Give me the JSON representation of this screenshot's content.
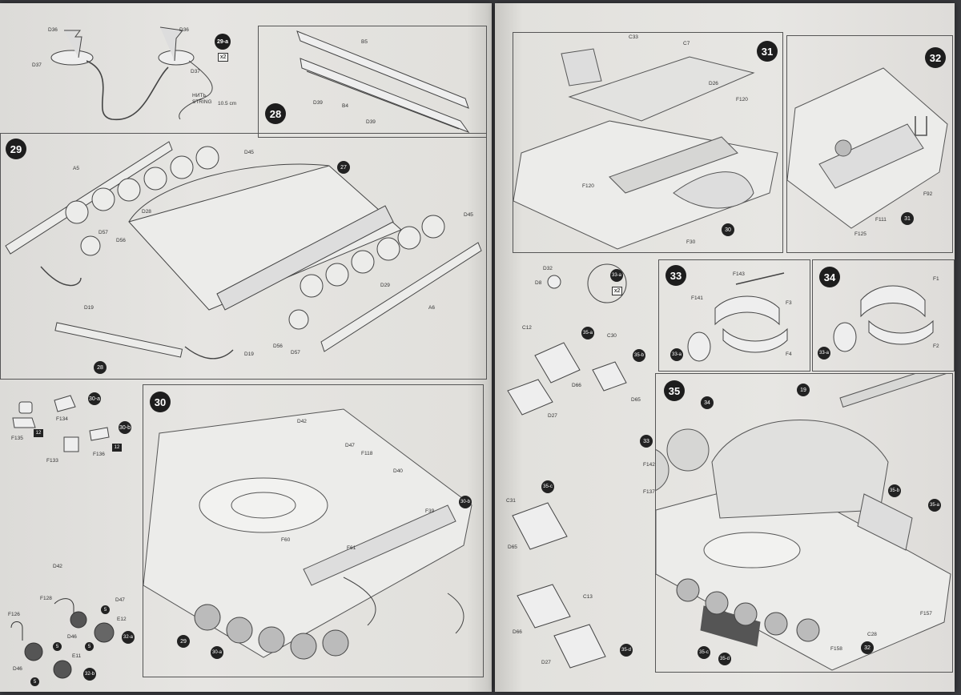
{
  "sheet": {
    "steps": {
      "s28": "28",
      "s29": "29",
      "s29a": "29-a",
      "s30": "30",
      "s30a": "30-a",
      "s30b": "30-b",
      "s31": "31",
      "s32": "32",
      "s32a": "32-a",
      "s32b": "32-b",
      "s33": "33",
      "s33a": "33-a",
      "s34": "34",
      "s35": "35",
      "s35a": "35-a",
      "s35b": "35-b",
      "s35c": "35-c",
      "s35d": "35-d"
    },
    "multiplier": "x2",
    "string_note": {
      "line1": "НИТЬ",
      "line2": "STRING",
      "length": "10.5 cm"
    },
    "parts_left": {
      "d36a": "D36",
      "d37a": "D37",
      "d36b": "D36",
      "d37b": "D37",
      "b5": "B5",
      "b4": "B4",
      "d39a": "D39",
      "d39b": "D39",
      "a5": "A5",
      "d45a": "D45",
      "c27": "27",
      "d28": "D28",
      "d57a": "D57",
      "d56a": "D56",
      "d45b": "D45",
      "d29": "D29",
      "a6": "A6",
      "d19a": "D19",
      "d19b": "D19",
      "d56b": "D56",
      "d57b": "D57",
      "c28": "28",
      "f134": "F134",
      "f135": "F135",
      "f133": "F133",
      "f136": "F136",
      "n12a": "12",
      "n12b": "12",
      "d42a": "D42",
      "d47": "D47",
      "f118": "F118",
      "d40": "D40",
      "f39": "F39",
      "f60": "F60",
      "f61": "F61",
      "d42b": "D42",
      "c29": "29",
      "f128": "F128",
      "d47b": "D47",
      "e12": "E12",
      "d46": "D46",
      "f126": "F126",
      "e11": "E11",
      "d46b": "D46",
      "n5a": "5",
      "n5b": "5",
      "n5c": "5",
      "n5d": "5"
    },
    "parts_right": {
      "c33": "C33",
      "c7": "C7",
      "d26": "D26",
      "f120": "F120",
      "f120b": "F120",
      "f30": "F30",
      "c30": "30",
      "f92": "F92",
      "f111": "F111",
      "f125": "F125",
      "c31": "31",
      "d32": "D32",
      "d8": "D8",
      "c12": "C12",
      "c30b": "C30",
      "d66": "D66",
      "d65": "D65",
      "d27": "D27",
      "f143": "F143",
      "f141": "F141",
      "f3": "F3",
      "f4": "F4",
      "f1": "F1",
      "f2": "F2",
      "c19": "19",
      "c34": "34",
      "c33b": "33",
      "f142": "F142",
      "f137": "F137",
      "c31b": "C31",
      "d65b": "D65",
      "c13": "C13",
      "d66b": "D66",
      "d27b": "D27",
      "f157": "F157",
      "c28r": "C28",
      "f158": "F158",
      "c32": "32"
    }
  }
}
